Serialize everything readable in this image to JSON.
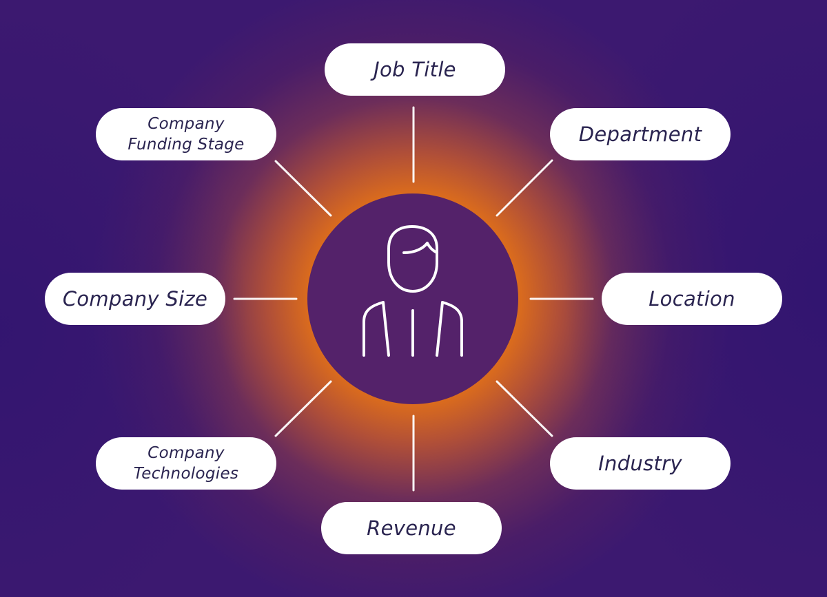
{
  "colors": {
    "hub": "#54226a",
    "glow": "#ef7d10",
    "background": "#3c1970",
    "pill": "#ffffff",
    "text": "#2a2450",
    "line": "#ffffff"
  },
  "center": {
    "icon": "person-icon"
  },
  "nodes": {
    "job_title": "Job Title",
    "department": "Department",
    "location": "Location",
    "industry": "Industry",
    "revenue": "Revenue",
    "company_technologies": {
      "line1": "Company",
      "line2": "Technologies"
    },
    "company_size": "Company Size",
    "company_funding_stage": {
      "line1": "Company",
      "line2": "Funding Stage"
    }
  }
}
